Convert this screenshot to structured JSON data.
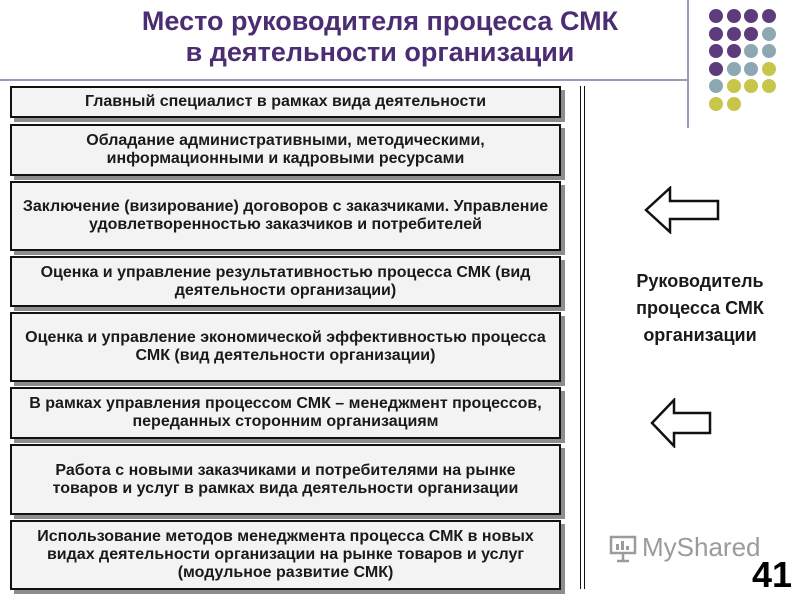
{
  "title": {
    "line1": "Место руководителя процесса СМК",
    "line2": "в деятельности организации"
  },
  "items": [
    "Главный специалист в рамках вида деятельности",
    "Обладание административными, методическими, информационными и кадровыми ресурсами",
    "Заключение (визирование) договоров с заказчиками. Управление удовлетворенностью заказчиков и потребителей",
    "Оценка и управление результативностью процесса СМК (вид деятельности организации)",
    "Оценка и управление экономической эффективностью процесса СМК (вид деятельности организации)",
    "В рамках управления процессом СМК – менеджмент процессов, переданных сторонним организациям",
    "Работа с новыми заказчиками и потребителями на рынке товаров и услуг в рамках вида деятельности организации",
    "Использование методов менеджмента процесса СМК в новых видах деятельности организации на рынке товаров и услуг (модульное развитие СМК)"
  ],
  "side_label": "Руководитель процесса СМК организации",
  "watermark": "MyShared",
  "page_number": "41",
  "colors": {
    "title": "#4b2d73",
    "dot_purple": "#5e3b7d",
    "dot_teal": "#8ea8b3",
    "dot_yellow": "#c7c64a"
  }
}
